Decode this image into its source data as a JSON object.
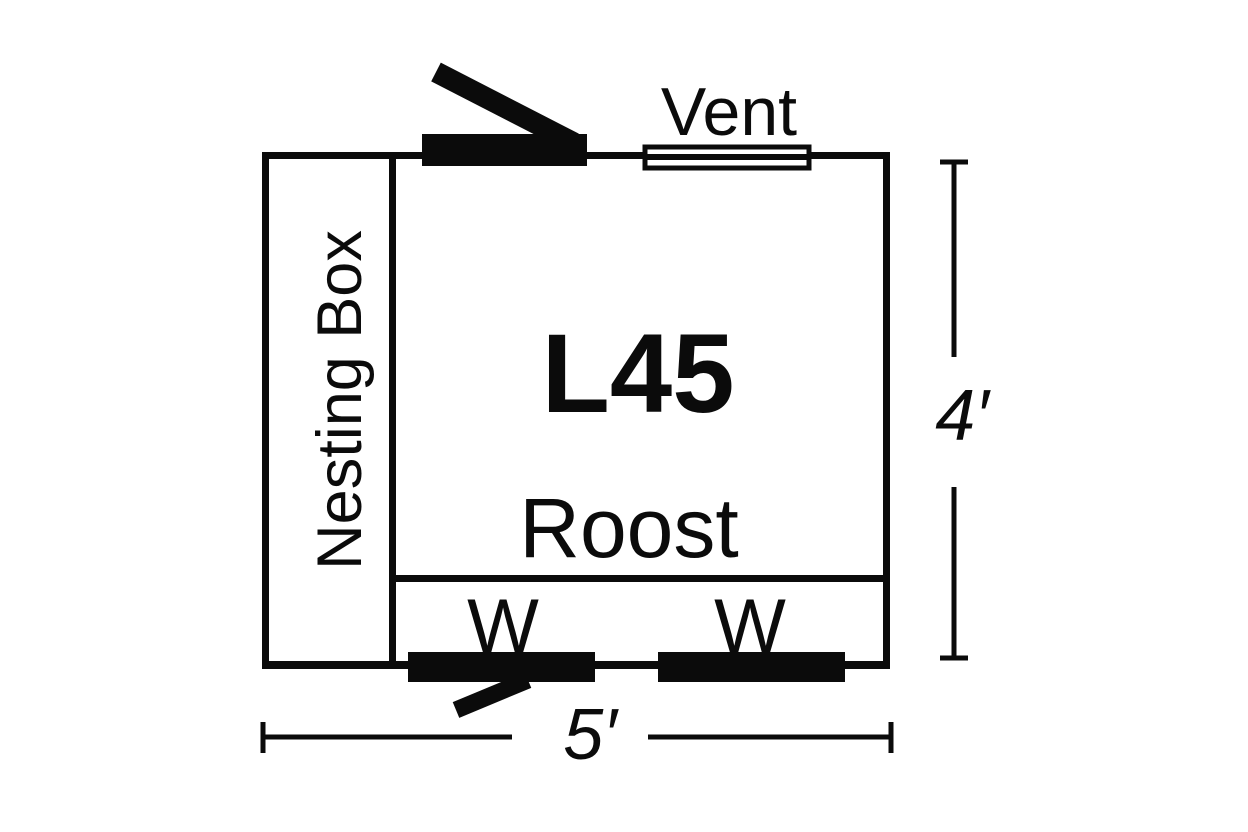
{
  "diagram": {
    "type": "floor-plan",
    "room_label": "L45",
    "vent_label": "Vent",
    "nesting_box_label": "Nesting Box",
    "roost_label": "Roost",
    "window_labels": [
      "W",
      "W"
    ],
    "dimensions": {
      "height": "4′",
      "width": "5′"
    },
    "colors": {
      "ink": "#0b0b0b",
      "background": "#ffffff"
    }
  }
}
